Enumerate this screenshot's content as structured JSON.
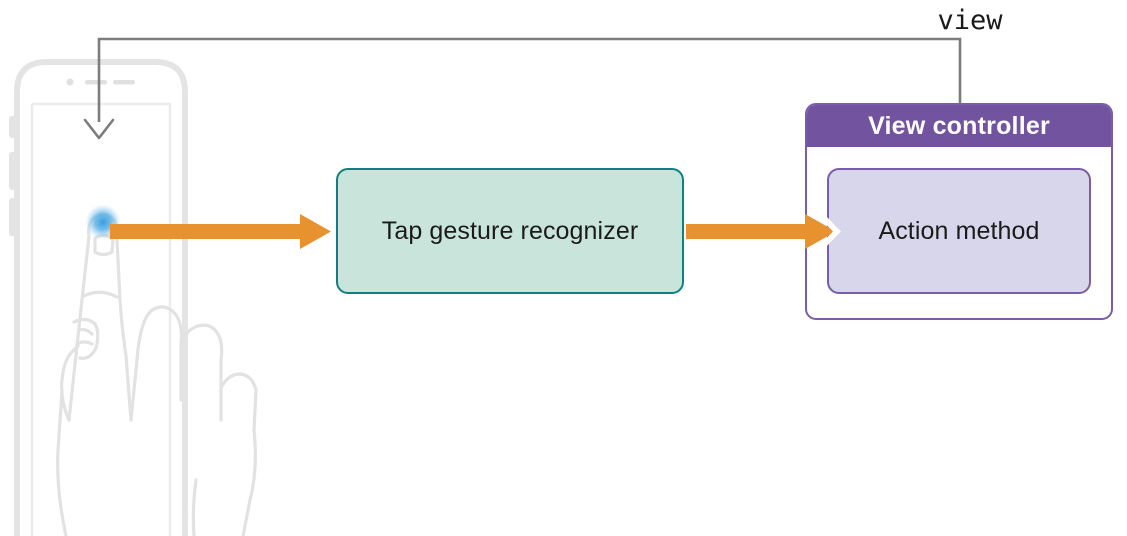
{
  "diagram": {
    "title_label": "view",
    "nodes": {
      "recognizer": {
        "label": "Tap gesture recognizer"
      },
      "view_controller": {
        "title": "View controller"
      },
      "action_method": {
        "label": "Action method"
      }
    },
    "device": {
      "kind": "smartphone-outline",
      "touch_indicator": "blue-tap-highlight",
      "hand": "hand-tapping-illustration"
    },
    "edges": [
      {
        "name": "finger-to-recognizer",
        "style": "orange-arrow",
        "from": "touch-point",
        "to": "recognizer"
      },
      {
        "name": "recognizer-to-action-method",
        "style": "orange-arrow",
        "from": "recognizer",
        "to": "action_method"
      },
      {
        "name": "view-controller-to-device-view",
        "style": "gray-arrow",
        "from": "view_controller",
        "to": "device-screen",
        "label": "view"
      }
    ],
    "colors": {
      "orange": "#e8912f",
      "teal_fill": "#c9e4da",
      "teal_border": "#10807f",
      "purple_header": "#71539f",
      "purple_border": "#7b5ca8",
      "lavender_fill": "#d7d6ea",
      "gray_line": "#7d7d7d",
      "device_outline": "#e3e3e3",
      "touch_blue": "#3aa0e0"
    }
  }
}
